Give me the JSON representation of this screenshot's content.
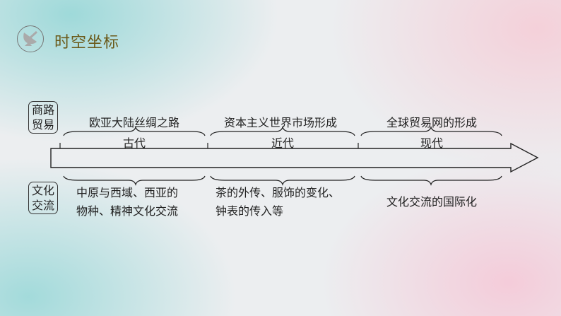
{
  "header": {
    "title": "时空坐标",
    "icon": "satellite-dish-icon"
  },
  "rows": {
    "trade_label": [
      "商路",
      "贸易"
    ],
    "culture_label": [
      "文化",
      "交流"
    ]
  },
  "periods": [
    {
      "era": "古代",
      "trade": "欧亚大陆丝绸之路",
      "culture": [
        "中原与西域、西亚的",
        "物种、精神文化交流"
      ]
    },
    {
      "era": "近代",
      "trade": "资本主义世界市场形成",
      "culture": [
        "茶的外传、服饰的变化、",
        "钟表的传入等"
      ]
    },
    {
      "era": "现代",
      "trade": "全球贸易网的形成",
      "culture": [
        "文化交流的国际化"
      ]
    }
  ]
}
